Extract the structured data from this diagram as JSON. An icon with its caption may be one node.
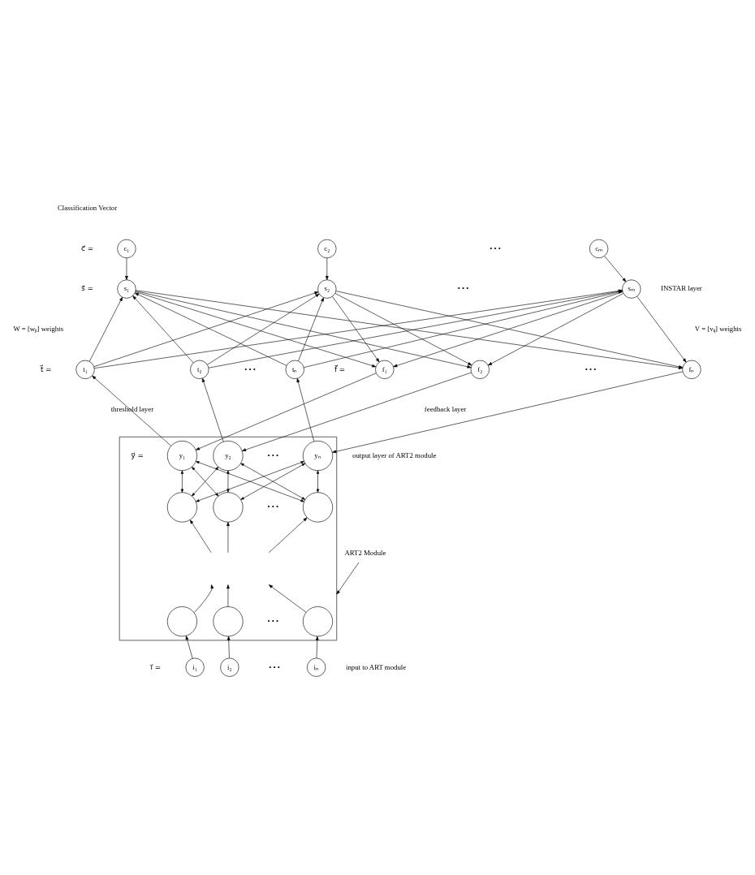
{
  "diagram": {
    "nodes": [
      {
        "text": [
          "c₁"
        ]
      },
      {
        "text": [
          "c₂"
        ]
      },
      {
        "text": [
          "cₘ"
        ]
      },
      {
        "text": [
          "s₁"
        ]
      },
      {
        "text": [
          "s₂"
        ]
      },
      {
        "text": [
          "sₘ"
        ]
      },
      {
        "text": [
          "t₁"
        ]
      },
      {
        "text": [
          "t₂"
        ]
      },
      {
        "text": [
          "tₙ"
        ]
      },
      {
        "text": [
          "f₁"
        ]
      },
      {
        "text": [
          "f₂"
        ]
      },
      {
        "text": [
          "fₙ"
        ]
      },
      {
        "text": [],
        "shape": "box"
      },
      {
        "text": [
          "y₁"
        ],
        "in": 12
      },
      {
        "text": [
          "y₂"
        ],
        "in": 12
      },
      {
        "text": [
          "yₙ"
        ],
        "in": 12
      },
      {
        "text": [],
        "shape": "circle",
        "in": 12
      },
      {
        "text": [],
        "shape": "circle",
        "in": 12
      },
      {
        "text": [],
        "shape": "circle",
        "in": 12
      },
      {
        "text": [],
        "shape": "circle",
        "in": 12
      },
      {
        "text": [],
        "shape": "circle",
        "in": 12
      },
      {
        "text": [],
        "shape": "circle",
        "in": 12
      },
      {
        "text": [
          "ART2 Module"
        ]
      },
      {
        "text": [
          "i₁"
        ]
      },
      {
        "text": [
          "i₂"
        ]
      },
      {
        "text": [
          "iₙ"
        ]
      }
    ],
    "edges": [
      {
        "from": 0,
        "to": 3,
        "arrow": "to"
      },
      {
        "from": 1,
        "to": 4,
        "arrow": "to"
      },
      {
        "from": 2,
        "to": 5,
        "arrow": "to"
      },
      {
        "from": 6,
        "to": 3,
        "arrow": "to"
      },
      {
        "from": 6,
        "to": 4,
        "arrow": "to"
      },
      {
        "from": 6,
        "to": 5,
        "arrow": "to"
      },
      {
        "from": 7,
        "to": 3,
        "arrow": "to"
      },
      {
        "from": 7,
        "to": 4,
        "arrow": "to"
      },
      {
        "from": 7,
        "to": 5,
        "arrow": "to"
      },
      {
        "from": 8,
        "to": 3,
        "arrow": "to"
      },
      {
        "from": 8,
        "to": 4,
        "arrow": "to"
      },
      {
        "from": 8,
        "to": 5,
        "arrow": "to"
      },
      {
        "from": 3,
        "to": 9,
        "arrow": "to"
      },
      {
        "from": 3,
        "to": 10,
        "arrow": "to"
      },
      {
        "from": 3,
        "to": 11,
        "arrow": "to"
      },
      {
        "from": 4,
        "to": 9,
        "arrow": "to"
      },
      {
        "from": 4,
        "to": 10,
        "arrow": "to"
      },
      {
        "from": 4,
        "to": 11,
        "arrow": "to"
      },
      {
        "from": 5,
        "to": 9,
        "arrow": "to"
      },
      {
        "from": 5,
        "to": 10,
        "arrow": "to"
      },
      {
        "from": 5,
        "to": 11,
        "arrow": "to"
      },
      {
        "from": 9,
        "to": 13,
        "arrow": "to"
      },
      {
        "from": 10,
        "to": 14,
        "arrow": "to"
      },
      {
        "from": 11,
        "to": 15,
        "arrow": "to"
      },
      {
        "from": 13,
        "to": 6,
        "arrow": "to"
      },
      {
        "from": 14,
        "to": 7,
        "arrow": "to"
      },
      {
        "from": 15,
        "to": 8,
        "arrow": "to"
      },
      {
        "from": 13,
        "to": 16,
        "arrow": "both"
      },
      {
        "from": 13,
        "to": 17,
        "arrow": "both"
      },
      {
        "from": 13,
        "to": 18,
        "arrow": "both"
      },
      {
        "from": 14,
        "to": 16,
        "arrow": "both"
      },
      {
        "from": 14,
        "to": 17,
        "arrow": "both"
      },
      {
        "from": 14,
        "to": 18,
        "arrow": "both"
      },
      {
        "from": 15,
        "to": 16,
        "arrow": "both"
      },
      {
        "from": 15,
        "to": 17,
        "arrow": "both"
      },
      {
        "from": 15,
        "to": 18,
        "arrow": "both"
      },
      {
        "from": 19,
        "to": null,
        "arrow": "to"
      },
      {
        "from": 20,
        "to": null,
        "arrow": "to"
      },
      {
        "from": 21,
        "to": null,
        "arrow": "to"
      },
      {
        "from": null,
        "to": 16,
        "arrow": "to"
      },
      {
        "from": null,
        "to": 17,
        "arrow": "to"
      },
      {
        "from": null,
        "to": 18,
        "arrow": "to"
      },
      {
        "from": 22,
        "to": 12,
        "arrow": "to"
      },
      {
        "from": 23,
        "to": 19,
        "arrow": "to"
      },
      {
        "from": 24,
        "to": 20,
        "arrow": "to"
      },
      {
        "from": 25,
        "to": 21,
        "arrow": "to"
      }
    ],
    "labels": [
      "Classification Vector",
      "c⃗ =",
      "• • •",
      "s⃗ =",
      "• • •",
      "INSTAR layer",
      "W = [wⱼᵢ] weights",
      "V = [vᵢⱼ] weights",
      "t⃗ =",
      "• • •",
      "f⃗ =",
      "• • •",
      "threshold layer",
      "feedback layer",
      "y⃗ =",
      "• • •",
      "output layer of ART2 module",
      "• • •",
      "• • •",
      "i⃗ =",
      "• • •",
      "input to ART module"
    ]
  }
}
